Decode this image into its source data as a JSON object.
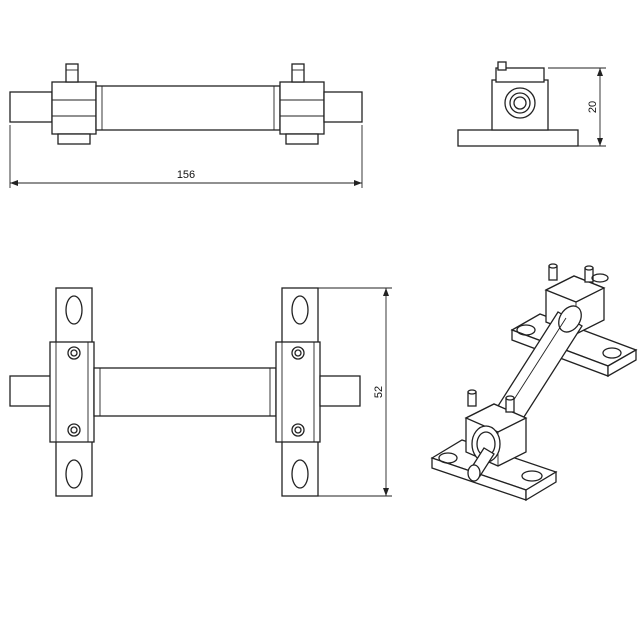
{
  "drawing": {
    "dimensions": {
      "overall_length": "156",
      "side_height": "20",
      "base_width": "52"
    }
  }
}
